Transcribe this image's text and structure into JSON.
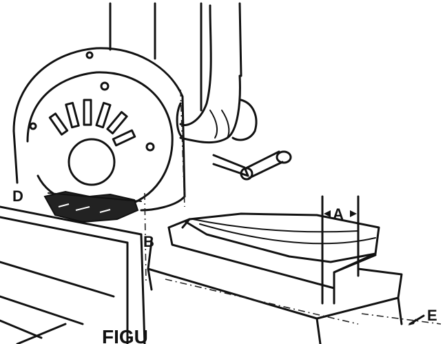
{
  "labels": {
    "a": "A",
    "b": "B",
    "d": "D",
    "e": "E",
    "caption": "FIGU"
  }
}
